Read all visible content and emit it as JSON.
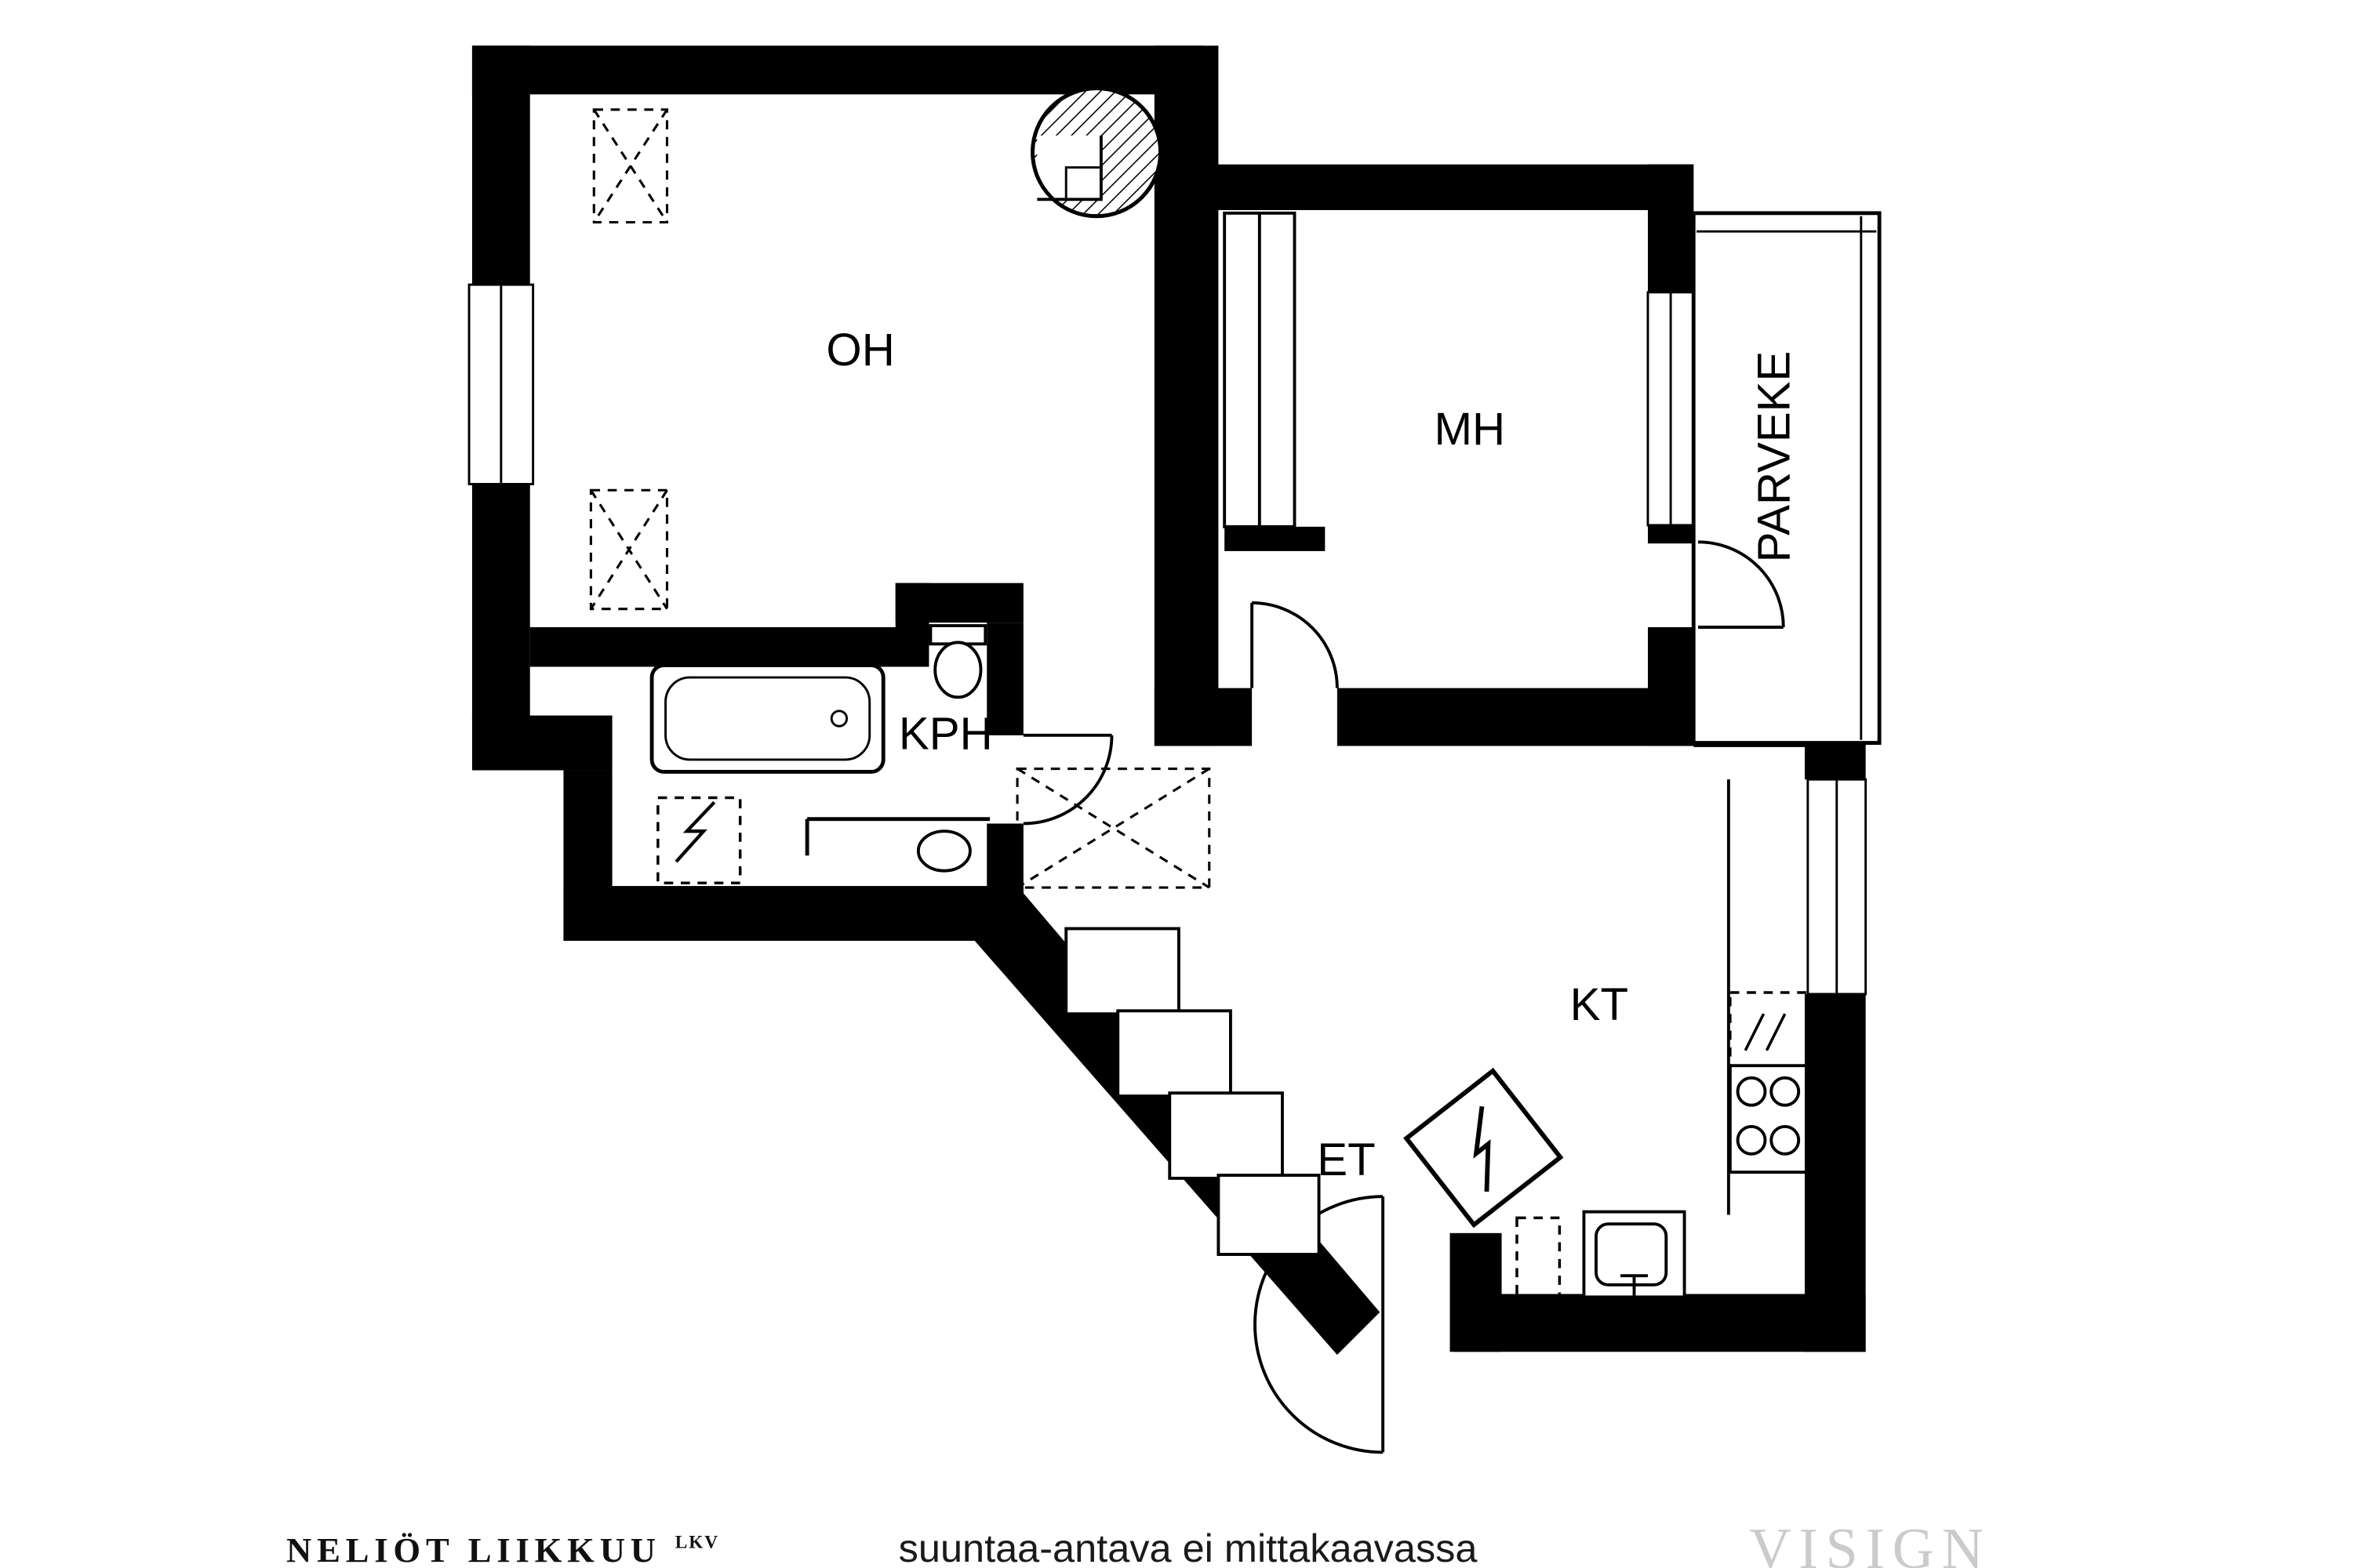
{
  "floorplan": {
    "rooms": {
      "living": "OH",
      "bedroom": "MH",
      "bathroom": "KPH",
      "kitchen": "KT",
      "hallway": "ET",
      "balcony": "PARVEKE"
    },
    "colors": {
      "wall": "#000000",
      "background": "#ffffff",
      "watermark_gray": "#cbcbcb"
    }
  },
  "footer": {
    "brand": "NELIÖT LIIKKUU",
    "brand_suffix": "LKV",
    "disclaimer": "suuntaa-antava ei mittakaavassa",
    "watermark": "VISIGN"
  }
}
